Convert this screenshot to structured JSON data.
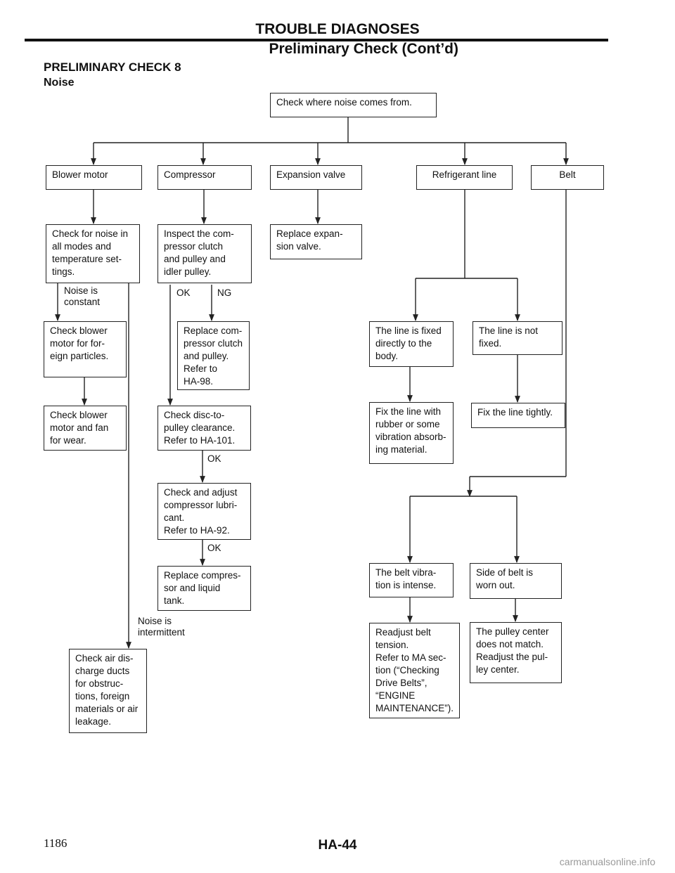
{
  "header": {
    "title": "TROUBLE DIAGNOSES",
    "subtitle": "Preliminary Check (Cont’d)"
  },
  "section": {
    "title": "PRELIMINARY CHECK 8",
    "subtitle": "Noise"
  },
  "footer": {
    "page_left": "1186",
    "page_code": "HA-44",
    "watermark": "carmanualsonline.info"
  },
  "flow": {
    "start": "Check where noise comes from.",
    "categories": {
      "blower_motor": "Blower motor",
      "compressor": "Compressor",
      "expansion_valve": "Expansion valve",
      "refrigerant_line": "Refrigerant line",
      "belt": "Belt"
    },
    "blower": {
      "check_modes": "Check for noise in\nall modes and\ntemperature set-\ntings.",
      "label_constant": "Noise is\nconstant",
      "check_particles": "Check blower\nmotor for for-\neign particles.",
      "check_fan_wear": "Check blower\nmotor and fan\nfor wear.",
      "label_intermittent": "Noise is\nintermittent",
      "check_ducts": "Check air dis-\ncharge ducts\nfor obstruc-\ntions, foreign\nmaterials or air\nleakage."
    },
    "compressor": {
      "inspect_clutch": "Inspect the com-\npressor clutch\nand pulley and\nidler pulley.",
      "label_ok": "OK",
      "label_ng": "NG",
      "replace_clutch": "Replace com-\npressor clutch\nand pulley.\nRefer to\nHA-98.",
      "check_clearance": "Check disc-to-\npulley clearance.\nRefer to HA-101.",
      "label_ok2": "OK",
      "adjust_lubricant": "Check and adjust\ncompressor lubri-\ncant.\nRefer to HA-92.",
      "label_ok3": "OK",
      "replace_compressor": "Replace compres-\nsor and liquid\ntank."
    },
    "expansion": {
      "replace_valve": "Replace expan-\nsion valve."
    },
    "refrigerant": {
      "line_fixed": "The line is fixed\ndirectly to the\nbody.",
      "line_not_fixed": "The line is not\nfixed.",
      "fix_absorbing": "Fix the line with\nrubber or some\nvibration absorb-\ning material.",
      "fix_tightly": "Fix the line tightly."
    },
    "belt": {
      "vibration_intense": "The belt vibra-\ntion is intense.",
      "side_worn": "Side of belt is\nworn out.",
      "readjust_tension": "Readjust belt\ntension.\nRefer to MA sec-\ntion (“Checking\nDrive Belts”,\n“ENGINE\nMAINTENANCE”).",
      "pulley_center": "The pulley center\ndoes not match.\nReadjust the pul-\nley center."
    }
  }
}
